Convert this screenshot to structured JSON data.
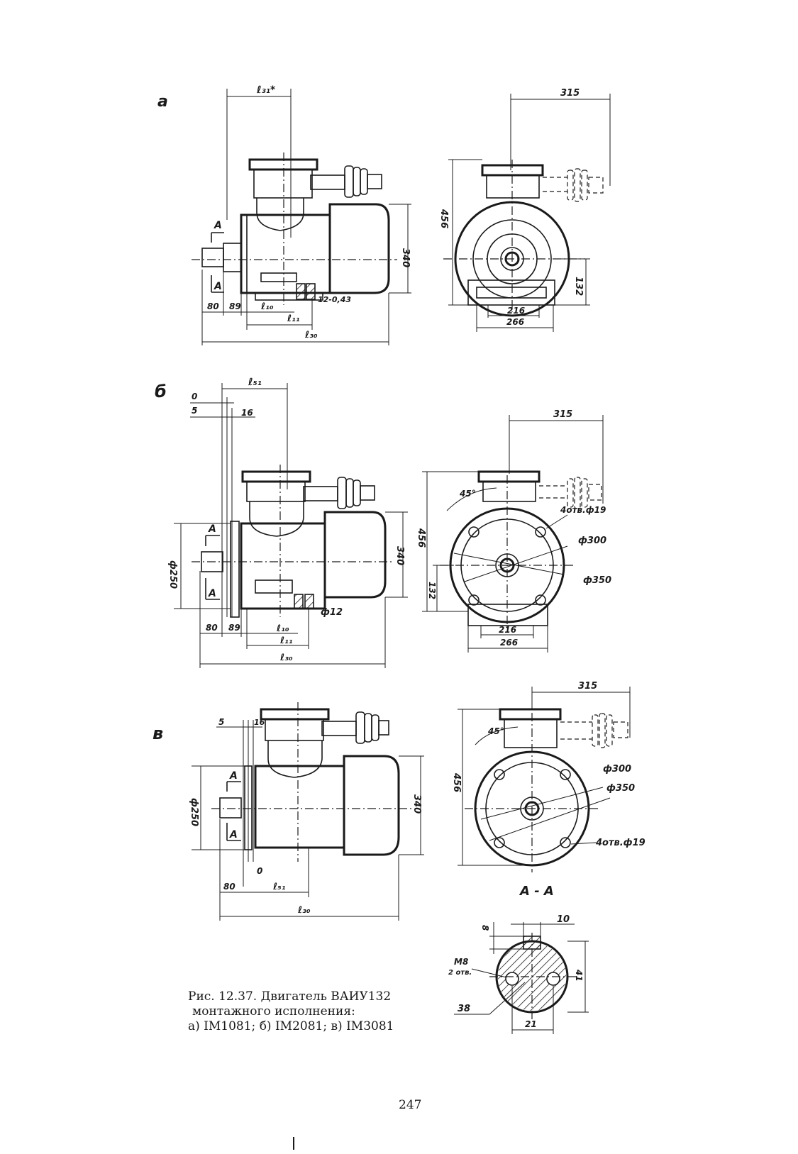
{
  "panels": {
    "a": {
      "letter": "а",
      "ly": "ℓ₃₁*",
      "dim_315": "315",
      "dim_456": "456",
      "dim_340": "340",
      "dim_132": "132",
      "dim_216": "216",
      "dim_266": "266",
      "d80": "80",
      "d89": "89",
      "l10": "ℓ₁₀",
      "l11": "ℓ₁₁",
      "l30": "ℓ₃₀",
      "thread": "12-0,43",
      "sec": "A"
    },
    "b": {
      "letter": "б",
      "l51": "ℓ₅₁",
      "d0": "0",
      "d5": "5",
      "d16": "16",
      "dim_315": "315",
      "dim_456": "456",
      "dim_340": "340",
      "dim_132": "132",
      "d250": "ф250",
      "d300": "ф300",
      "d350": "ф350",
      "holes": "4отв.ф19",
      "d12": "ф12",
      "ang": "45°",
      "dim_216": "216",
      "dim_266": "266",
      "d80": "80",
      "d89": "89",
      "l10": "ℓ₁₀",
      "l11": "ℓ₁₁",
      "l30": "ℓ₃₀",
      "sec": "A"
    },
    "c": {
      "letter": "в",
      "d5": "5",
      "d16": "16",
      "d0": "0",
      "d250": "ф250",
      "dim_340": "340",
      "dim_315": "315",
      "dim_456": "456",
      "d300": "ф300",
      "d350": "ф350",
      "holes": "4отв.ф19",
      "ang": "45°",
      "d80": "80",
      "l51": "ℓ₅₁",
      "l30": "ℓ₃₀",
      "sec": "A"
    },
    "section": {
      "title": "A - A",
      "d8": "8",
      "d10": "10",
      "m8": "M8",
      "m8_count": "2 отв.",
      "d41": "41",
      "d38": "38",
      "d21": "21"
    }
  },
  "caption": {
    "line1": "Рис. 12.37. Двигатель ВАИУ132",
    "line2": "монтажного  исполнения:",
    "line3": "а) IM1081; б) IM2081; в) IM3081"
  },
  "page_number": "247"
}
